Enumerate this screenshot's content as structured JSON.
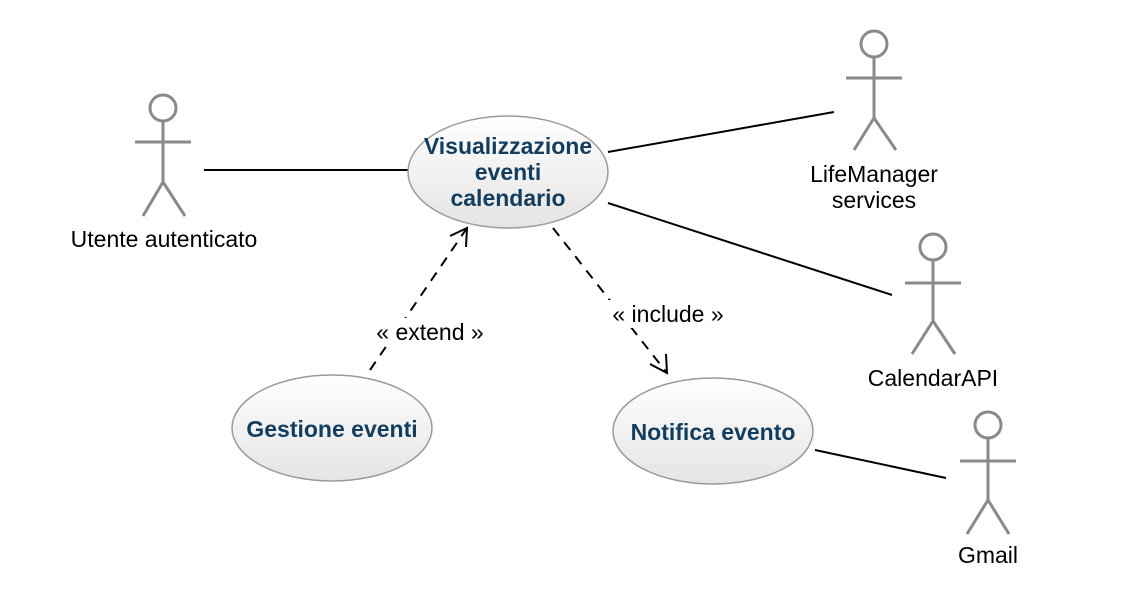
{
  "diagram": {
    "colors": {
      "usecase_text": "#123d5e",
      "usecase_fill_light": "#ffffff",
      "usecase_fill_dark": "#e4e4e4",
      "usecase_stroke": "#9a9a9a",
      "actor_stroke": "#8a8a8a",
      "line": "#000000"
    },
    "actors": {
      "utente": {
        "label": "Utente autenticato"
      },
      "lifemanager": {
        "label_line1": "LifeManager",
        "label_line2": "services"
      },
      "calendarapi": {
        "label": "CalendarAPI"
      },
      "gmail": {
        "label": "Gmail"
      }
    },
    "usecases": {
      "visualizzazione": {
        "line1": "Visualizzazione",
        "line2": "eventi",
        "line3": "calendario"
      },
      "gestione": {
        "label": "Gestione eventi"
      },
      "notifica": {
        "label": "Notifica evento"
      }
    },
    "relations": {
      "extend": {
        "label": "« extend »"
      },
      "include": {
        "label": "« include »"
      }
    }
  }
}
